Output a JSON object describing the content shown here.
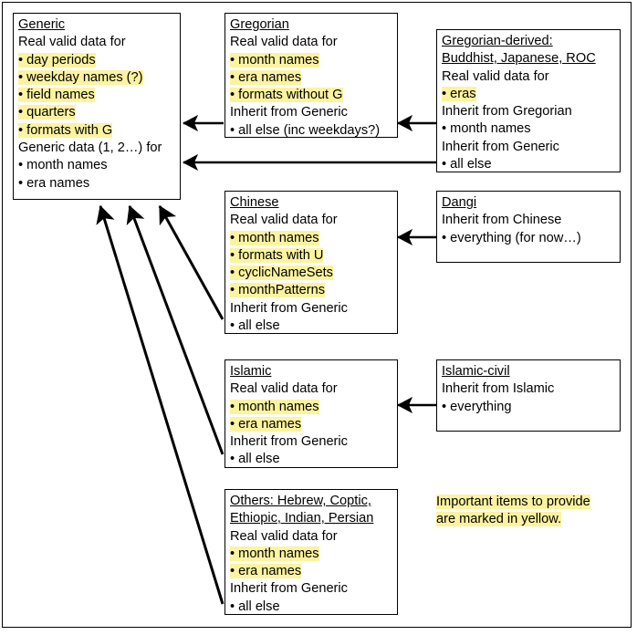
{
  "diagram": {
    "title_note": "Calendar data inheritance diagram",
    "highlight_color": "#fbf3a0",
    "line_color": "#000000",
    "boxes": [
      {
        "id": "generic",
        "name": "generic-box",
        "lines": [
          {
            "text": "Generic",
            "style": "title"
          },
          {
            "text": "Real valid data for",
            "style": "plain"
          },
          {
            "text": "• day periods",
            "style": "highlight"
          },
          {
            "text": "• weekday names (?)",
            "style": "highlight"
          },
          {
            "text": "• field names",
            "style": "highlight"
          },
          {
            "text": "• quarters",
            "style": "highlight"
          },
          {
            "text": "• formats with G",
            "style": "highlight"
          },
          {
            "text": "Generic data (1, 2…) for",
            "style": "plain"
          },
          {
            "text": "• month names",
            "style": "plain"
          },
          {
            "text": "• era names",
            "style": "plain"
          }
        ]
      },
      {
        "id": "gregorian",
        "name": "gregorian-box",
        "lines": [
          {
            "text": "Gregorian",
            "style": "title"
          },
          {
            "text": "Real valid data for",
            "style": "plain"
          },
          {
            "text": "• month names",
            "style": "highlight"
          },
          {
            "text": "• era names",
            "style": "highlight"
          },
          {
            "text": "• formats without G",
            "style": "highlight"
          },
          {
            "text": "Inherit from Generic",
            "style": "plain"
          },
          {
            "text": "• all else (inc weekdays?)",
            "style": "plain"
          }
        ]
      },
      {
        "id": "gregorian-derived",
        "name": "gregorian-derived-box",
        "lines": [
          {
            "text": "Gregorian-derived:",
            "style": "title"
          },
          {
            "text": "Buddhist, Japanese, ROC",
            "style": "title"
          },
          {
            "text": "Real valid data for",
            "style": "plain"
          },
          {
            "text": "• eras",
            "style": "highlight"
          },
          {
            "text": "Inherit from Gregorian",
            "style": "plain"
          },
          {
            "text": "• month names",
            "style": "plain"
          },
          {
            "text": "Inherit from Generic",
            "style": "plain"
          },
          {
            "text": "• all else",
            "style": "plain"
          }
        ]
      },
      {
        "id": "chinese",
        "name": "chinese-box",
        "lines": [
          {
            "text": "Chinese",
            "style": "title"
          },
          {
            "text": "Real valid data for",
            "style": "plain"
          },
          {
            "text": "• month names",
            "style": "highlight"
          },
          {
            "text": "• formats with U",
            "style": "highlight"
          },
          {
            "text": "• cyclicNameSets",
            "style": "highlight"
          },
          {
            "text": "• monthPatterns",
            "style": "highlight"
          },
          {
            "text": "Inherit from Generic",
            "style": "plain"
          },
          {
            "text": "• all else",
            "style": "plain"
          }
        ]
      },
      {
        "id": "dangi",
        "name": "dangi-box",
        "lines": [
          {
            "text": "Dangi",
            "style": "title"
          },
          {
            "text": "Inherit from Chinese",
            "style": "plain"
          },
          {
            "text": "• everything (for now…)",
            "style": "plain"
          }
        ]
      },
      {
        "id": "islamic",
        "name": "islamic-box",
        "lines": [
          {
            "text": "Islamic",
            "style": "title"
          },
          {
            "text": "Real valid data for",
            "style": "plain"
          },
          {
            "text": "• month names",
            "style": "highlight"
          },
          {
            "text": "• era names",
            "style": "highlight"
          },
          {
            "text": "Inherit from Generic",
            "style": "plain"
          },
          {
            "text": "• all else",
            "style": "plain"
          }
        ]
      },
      {
        "id": "islamic-civil",
        "name": "islamic-civil-box",
        "lines": [
          {
            "text": "Islamic-civil",
            "style": "title"
          },
          {
            "text": "Inherit from Islamic",
            "style": "plain"
          },
          {
            "text": "• everything",
            "style": "plain"
          }
        ]
      },
      {
        "id": "others",
        "name": "others-box",
        "lines": [
          {
            "text": "Others: Hebrew, Coptic,",
            "style": "title"
          },
          {
            "text": "Ethiopic, Indian, Persian",
            "style": "title"
          },
          {
            "text": "Real valid data for",
            "style": "plain"
          },
          {
            "text": "• month names",
            "style": "highlight"
          },
          {
            "text": "• era names",
            "style": "highlight"
          },
          {
            "text": "Inherit from Generic",
            "style": "plain"
          },
          {
            "text": "• all else",
            "style": "plain"
          }
        ]
      }
    ],
    "legend": {
      "name": "legend-note",
      "lines": [
        "Important items to provide",
        "are marked in yellow."
      ]
    },
    "arrows": [
      {
        "name": "arrow-gregorian-to-generic",
        "from": "gregorian",
        "to": "generic"
      },
      {
        "name": "arrow-gregorian-derived-to-gregorian",
        "from": "gregorian-derived",
        "to": "gregorian"
      },
      {
        "name": "arrow-gregorian-derived-to-generic",
        "from": "gregorian-derived",
        "to": "generic"
      },
      {
        "name": "arrow-dangi-to-chinese",
        "from": "dangi",
        "to": "chinese"
      },
      {
        "name": "arrow-islamic-civil-to-islamic",
        "from": "islamic-civil",
        "to": "islamic"
      },
      {
        "name": "arrow-chinese-to-generic",
        "from": "chinese",
        "to": "generic"
      },
      {
        "name": "arrow-islamic-to-generic",
        "from": "islamic",
        "to": "generic"
      },
      {
        "name": "arrow-others-to-generic",
        "from": "others",
        "to": "generic"
      }
    ]
  }
}
